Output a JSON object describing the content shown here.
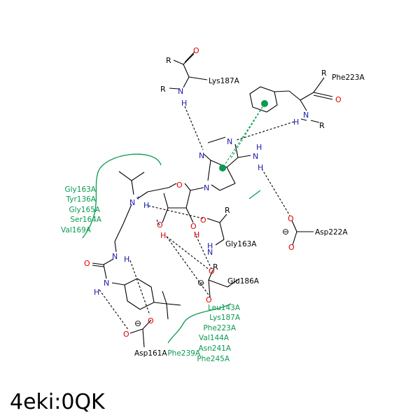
{
  "caption": "4eki:0QK",
  "atoms": {
    "r": "R",
    "o": "O",
    "n": "N",
    "h": "H",
    "plus": "+",
    "minus": "⊖"
  },
  "residues": {
    "lys187": "Lys187A",
    "phe223": "Phe223A",
    "asp222": "Asp222A",
    "gly163": "Gly163A",
    "glu186": "Glu186A",
    "asp161": "Asp161A"
  },
  "hydrophobic_left": [
    "Gly163A",
    "Tyr136A",
    "Gly165A",
    "Ser164A",
    "Val169A"
  ],
  "hydrophobic_bottom": [
    "Leu143A",
    "Lys187A",
    "Phe223A",
    "Val144A",
    "Asn241A",
    "Phe245A",
    "Phe239A"
  ],
  "colors": {
    "hydrophobic": "#0a9a50",
    "nitrogen": "#1a1ab0",
    "oxygen": "#e00000",
    "bond": "#000000"
  }
}
